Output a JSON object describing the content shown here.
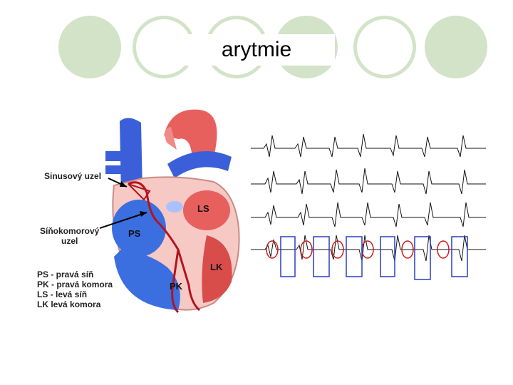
{
  "slide": {
    "title": "arytmie"
  },
  "heart": {
    "label_sinus_node": "Sinusový uzel",
    "label_av_node_line1": "Síňokomorový",
    "label_av_node_line2": "uzel",
    "chambers": {
      "ps": "PS",
      "pk": "PK",
      "ls": "LS",
      "lk": "LK"
    },
    "legend": [
      "PS - pravá síň",
      "PK - pravá komora",
      "LS - levá síň",
      "LK levá komora"
    ]
  },
  "colors": {
    "decor_green": "#d2e3c8",
    "vein_blue": "#3b5fd9",
    "artery_red": "#e8605e",
    "conduction_red": "#b3141e",
    "ecg_blue_box": "#2a3fbf",
    "ecg_red_circle": "#d01818"
  }
}
